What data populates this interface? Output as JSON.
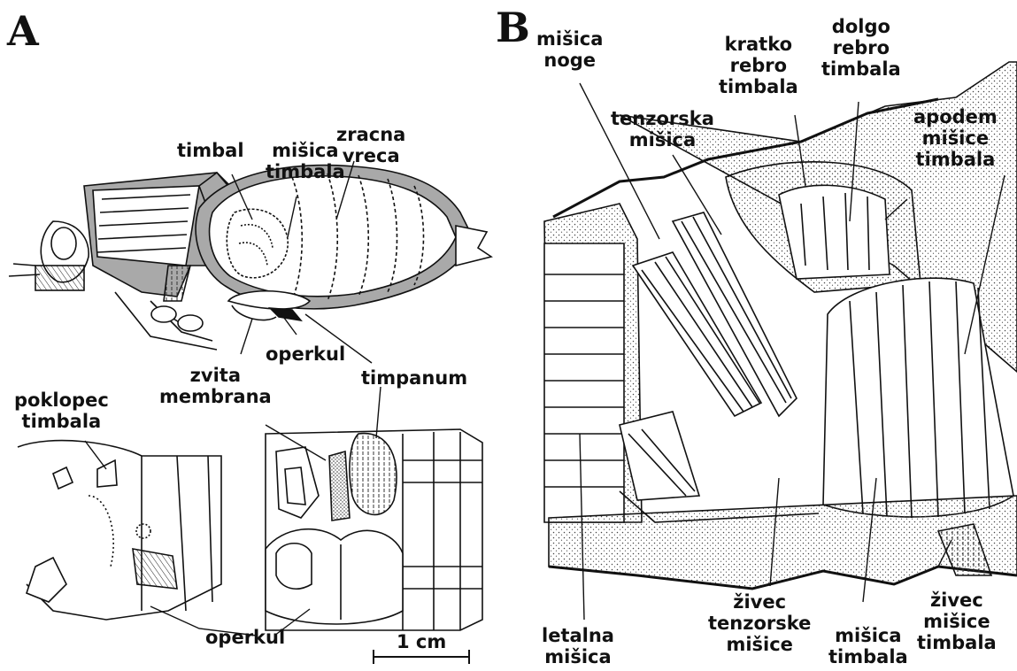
{
  "panels": {
    "a": "A",
    "b": "B"
  },
  "labels_a": {
    "timbal": [
      "timbal"
    ],
    "misica_timbala": [
      "mišica",
      "timbala"
    ],
    "zracna_vreca": [
      "zracna",
      "vreca"
    ],
    "zvita_membrana": [
      "zvita",
      "membrana"
    ],
    "operkul_top": [
      "operkul"
    ],
    "timpanum": [
      "timpanum"
    ],
    "poklopec_timbala": [
      "poklopec",
      "timbala"
    ],
    "operkul_bottom": [
      "operkul"
    ]
  },
  "scale_bar": "1 cm",
  "labels_b": {
    "misica_noge": [
      "mišica",
      "noge"
    ],
    "tenzorska_misica": [
      "tenzorska",
      "mišica"
    ],
    "kratko_rebro": [
      "kratko",
      "rebro",
      "timbala"
    ],
    "dolgo_rebro": [
      "dolgo",
      "rebro",
      "timbala"
    ],
    "apodem": [
      "apodem",
      "mišice",
      "timbala"
    ],
    "letalna_misica": [
      "letalna",
      "mišica"
    ],
    "zivec_tenzorske": [
      "živec",
      "tenzorske",
      "mišice"
    ],
    "misica_timbala_b": [
      "mišica",
      "timbala"
    ],
    "zivec_misice": [
      "živec",
      "mišice",
      "timbala"
    ]
  },
  "colors": {
    "ink": "#111111",
    "shade": "#a9a9a9",
    "paper": "#ffffff",
    "stipple": "#444444"
  }
}
